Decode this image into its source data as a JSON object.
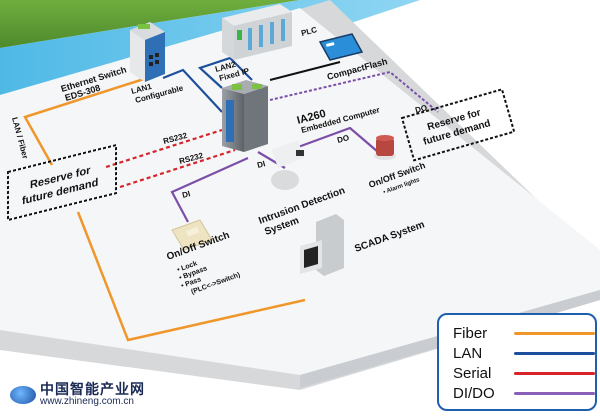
{
  "diagram": {
    "title": "IA260 Embedded Computer application network",
    "colors": {
      "fiber": "#f0962a",
      "lan": "#1e4f9c",
      "serial": "#d8232a",
      "dido": "#7b4fa8",
      "grass": "#5e9a35",
      "water": "#5cc1e8",
      "platform": "#f4f5f6"
    },
    "devices": {
      "ethernet_switch": {
        "line1": "Ethernet Switch",
        "line2": "EDS-308"
      },
      "plc": {
        "label": "PLC"
      },
      "compactflash": {
        "label": "CompactFlash"
      },
      "ia260": {
        "line1": "IA260",
        "line2": "Embedded Computer"
      },
      "intrusion": {
        "line1": "Intrusion Detection",
        "line2": "System"
      },
      "scada": {
        "label": "SCADA System"
      },
      "switch_left": {
        "title": "On/Off Switch",
        "bullets": [
          "• Lock",
          "• Bypass",
          "• Pass",
          "(PLC<->Switch)"
        ]
      },
      "switch_right": {
        "title": "On/Off Switch",
        "bullets": [
          "• Alarm lights"
        ]
      },
      "reserve_left": {
        "line1": "Reserve for",
        "line2": "future demand"
      },
      "reserve_right": {
        "line1": "Reserve for",
        "line2": "future demand"
      }
    },
    "connection_labels": {
      "lan_fiber": "LAN / Fiber",
      "lan1": {
        "line1": "LAN1",
        "line2": "Configurable"
      },
      "lan2": {
        "line1": "LAN2",
        "line2": "Fixed IP"
      },
      "rs232_a": "RS232",
      "rs232_b": "RS232",
      "di_a": "DI",
      "di_b": "DI",
      "do_a": "DO",
      "do_b": "DO"
    }
  },
  "legend": {
    "items": [
      {
        "label": "Fiber",
        "color": "#f0962a"
      },
      {
        "label": "LAN",
        "color": "#1e4f9c"
      },
      {
        "label": "Serial",
        "color": "#d8232a"
      },
      {
        "label": "DI/DO",
        "color": "#8a5fb8"
      }
    ]
  },
  "watermark": {
    "cn": "中国智能产业网",
    "url": "www.zhineng.com.cn"
  }
}
